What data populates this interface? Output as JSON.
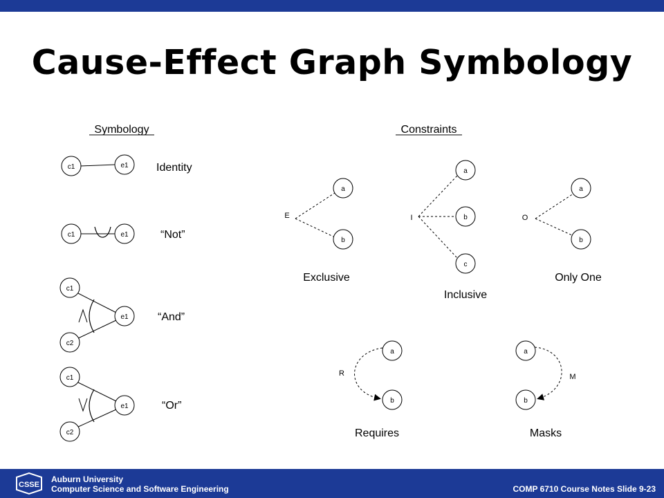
{
  "title": "Cause-Effect Graph Symbology",
  "sections": {
    "symbology": "Symbology",
    "constraints": "Constraints"
  },
  "symbology": {
    "identity": {
      "label": "Identity",
      "cause": "c1",
      "effect": "e1"
    },
    "not": {
      "label": "“Not”",
      "cause": "c1",
      "effect": "e1"
    },
    "and": {
      "label": "“And”",
      "cause1": "c1",
      "cause2": "c2",
      "effect": "e1"
    },
    "or": {
      "label": "“Or”",
      "cause1": "c1",
      "cause2": "c2",
      "effect": "e1"
    }
  },
  "constraints": {
    "exclusive": {
      "label": "Exclusive",
      "symbol": "E",
      "nodes": [
        "a",
        "b"
      ]
    },
    "inclusive": {
      "label": "Inclusive",
      "symbol": "I",
      "nodes": [
        "a",
        "b",
        "c"
      ]
    },
    "only_one": {
      "label": "Only One",
      "symbol": "O",
      "nodes": [
        "a",
        "b"
      ]
    },
    "requires": {
      "label": "Requires",
      "symbol": "R",
      "nodes": [
        "a",
        "b"
      ]
    },
    "masks": {
      "label": "Masks",
      "symbol": "M",
      "nodes": [
        "a",
        "b"
      ]
    }
  },
  "footer": {
    "university": "Auburn University",
    "department": "Computer Science and Software Engineering",
    "slide": "COMP 6710 Course Notes Slide 9-23",
    "logo_text": "CSSE"
  },
  "colors": {
    "bar": "#1c3a96",
    "ink": "#000000",
    "background": "#ffffff"
  }
}
